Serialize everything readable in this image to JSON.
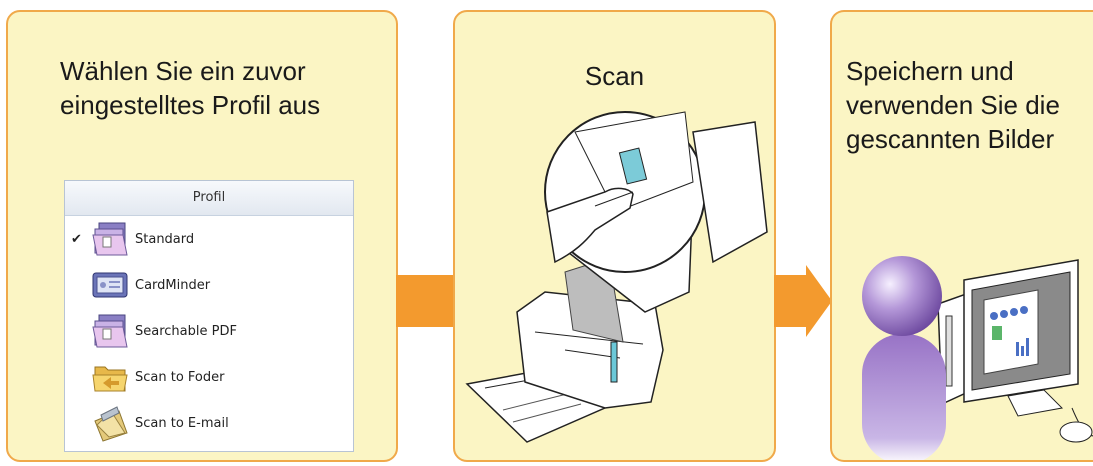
{
  "steps": [
    {
      "title": "Wählen Sie ein zuvor eingestelltes Profil aus"
    },
    {
      "title": "Scan"
    },
    {
      "title": "Speichern und verwenden Sie die gescannten Bilder"
    }
  ],
  "profile_menu": {
    "header": "Profil",
    "items": [
      {
        "label": "Standard",
        "checked": true,
        "icon": "folder-stack-icon"
      },
      {
        "label": "CardMinder",
        "checked": false,
        "icon": "card-icon"
      },
      {
        "label": "Searchable PDF",
        "checked": false,
        "icon": "folder-stack-icon"
      },
      {
        "label": "Scan to Foder",
        "checked": false,
        "icon": "folder-icon"
      },
      {
        "label": "Scan to E-mail",
        "checked": false,
        "icon": "email-icon"
      }
    ]
  },
  "colors": {
    "panel_fill": "#fbf5c4",
    "panel_border": "#f0a94a",
    "arrow": "#f39a2e",
    "person": "#8e68b8"
  }
}
